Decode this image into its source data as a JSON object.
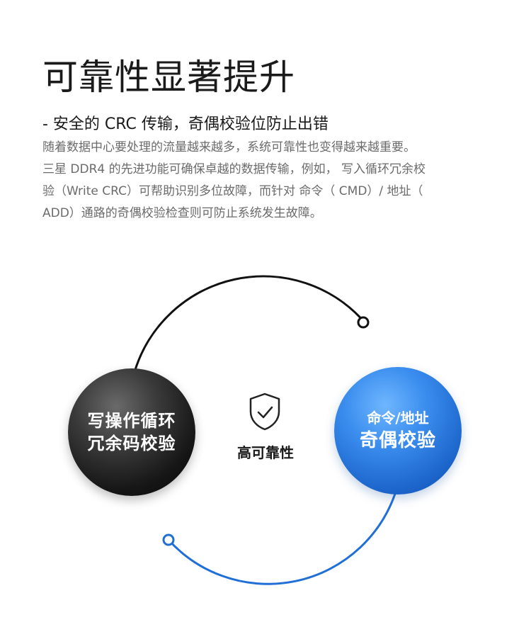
{
  "header": {
    "title": "可靠性显著提升",
    "subtitle": "- 安全的 CRC 传输，奇偶校验位防止出错"
  },
  "body": {
    "lines": [
      "随着数据中心要处理的流量越来越多，系统可靠性也变得越来越重要。",
      "三星 DDR4 的先进功能可确保卓越的数据传输，例如， 写入循环冗余校",
      "验（Write CRC）可帮助识别多位故障，而针对 命令（ CMD）/ 地址（",
      "ADD）通路的奇偶校验检查则可防止系统发生故障。"
    ]
  },
  "diagram": {
    "left_ball": {
      "line1": "写操作循环",
      "line2": "冗余码校验"
    },
    "right_ball": {
      "line1": "命令/地址",
      "line2": "奇偶校验"
    },
    "center": {
      "label": "高可靠性",
      "icon": "shield-check-icon"
    },
    "colors": {
      "black_arc": "#111111",
      "blue_arc": "#1f6fd6",
      "blue_ball": "#2a7be4"
    }
  }
}
